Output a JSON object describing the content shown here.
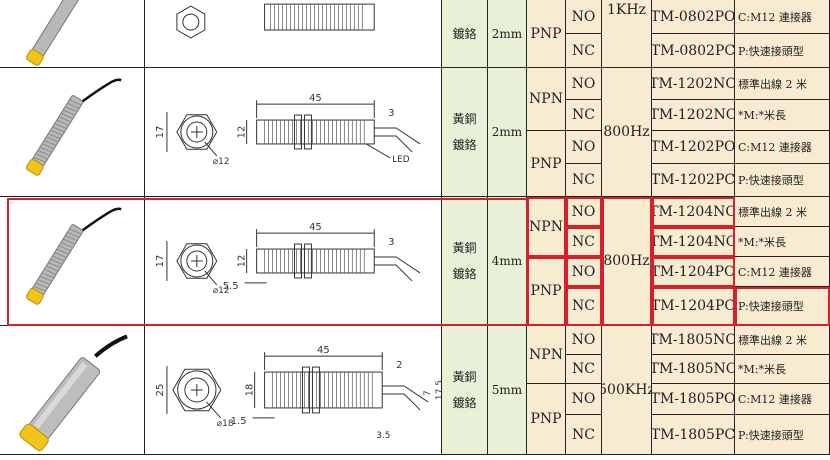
{
  "rows": [
    {
      "material": [
        "",
        "鍍鉻"
      ],
      "distance": "2mm",
      "frequency": "1KHz",
      "types": [
        {
          "name": "PNP"
        }
      ],
      "outputs": [
        "NO",
        "NC"
      ],
      "models": [
        "TM-0802PO",
        "TM-0802PC"
      ],
      "notes": [
        "C:M12 連接器",
        "P:快速接頭型"
      ]
    },
    {
      "material": [
        "黃銅",
        "鍍鉻"
      ],
      "distance": "2mm",
      "frequency": "800Hz",
      "types": [
        {
          "name": "NPN"
        },
        {
          "name": "PNP"
        }
      ],
      "outputs": [
        "NO",
        "NC",
        "NO",
        "NC"
      ],
      "models": [
        "TM-1202NO",
        "TM-1202NC",
        "TM-1202PO",
        "TM-1202PC"
      ],
      "notes": [
        "標準出線 2 米",
        "*M:*米長",
        "C:M12 連接器",
        "P:快速接頭型"
      ],
      "drawing": {
        "length": "45",
        "thread": "12",
        "hex": "17",
        "dia": "⌀12",
        "tail": "3",
        "led": "LED"
      }
    },
    {
      "material": [
        "黃銅",
        "鍍鉻"
      ],
      "distance": "4mm",
      "frequency": "800Hz",
      "types": [
        {
          "name": "NPN"
        },
        {
          "name": "PNP"
        }
      ],
      "outputs": [
        "NO",
        "NC",
        "NO",
        "NC"
      ],
      "models": [
        "TM-1204NO",
        "TM-1204NC",
        "TM-1204PO",
        "TM-1204PC"
      ],
      "notes": [
        "標準出線 2 米",
        "*M:*米長",
        "C:M12 連接器",
        "P:快速接頭型"
      ],
      "drawing": {
        "length": "45",
        "thread": "12",
        "hex": "17",
        "dia": "⌀12",
        "tail": "3",
        "face": "5.5"
      }
    },
    {
      "material": [
        "黃銅",
        "鍍鉻"
      ],
      "distance": "5mm",
      "frequency": "500KHz",
      "types": [
        {
          "name": "NPN"
        },
        {
          "name": "PNP"
        }
      ],
      "outputs": [
        "NO",
        "NC",
        "NO",
        "NC"
      ],
      "models": [
        "TM-1805NO",
        "TM-1805NC",
        "TM-1805PO",
        "TM-1805PC"
      ],
      "notes": [
        "標準出線 2 米",
        "*M:*米長",
        "C:M12 連接器",
        "P:快速接頭型"
      ],
      "drawing": {
        "length": "45",
        "thread": "18",
        "hex": "25",
        "dia": "⌀18",
        "tail": "2",
        "face": "1.5",
        "cable": "7",
        "cable2": "17.5",
        "bottom": "3.5"
      }
    }
  ],
  "colors": {
    "border": "#222222",
    "highlight": "#d8202a",
    "green_cell": "#e8f0d8",
    "tan_cell": "#f7ecd2",
    "sensor_cap": "#f0c419"
  }
}
